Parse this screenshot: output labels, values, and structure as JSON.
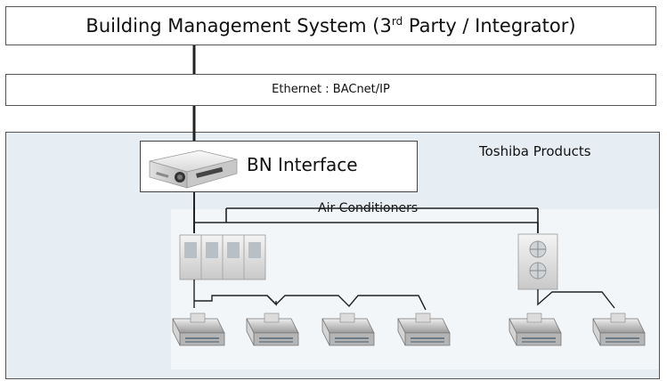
{
  "bms": {
    "label_prefix": "Building Management System (3",
    "label_sup": "rd",
    "label_suffix": " Party / Integrator)"
  },
  "ethernet": {
    "label": "Ethernet  :  BACnet/IP"
  },
  "toshiba_products": {
    "label": "Toshiba Products"
  },
  "bn_interface": {
    "label": "BN Interface"
  },
  "air_conditioners": {
    "label": "Air Conditioners"
  }
}
